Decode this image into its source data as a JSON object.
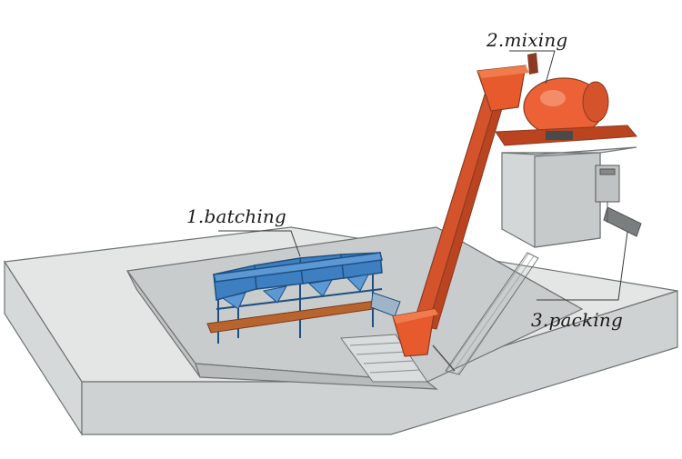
{
  "labels": {
    "batching": "1.batching",
    "mixing": "2.mixing",
    "packing": "3.packing"
  },
  "colors": {
    "concrete": "#e4e6e6",
    "concrete_dark": "#c9cccc",
    "concrete_edge": "#6f7373",
    "batching_blue": "#3e7fc1",
    "equipment_orange": "#e65a2d",
    "frame_brown": "#8a3a24"
  }
}
